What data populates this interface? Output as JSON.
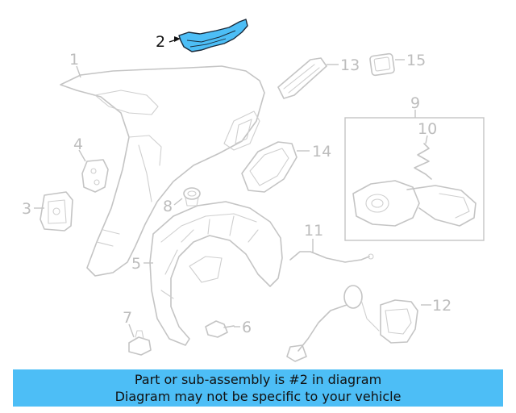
{
  "callouts": [
    {
      "id": "1",
      "label": "1"
    },
    {
      "id": "2",
      "label": "2",
      "highlighted": true
    },
    {
      "id": "3",
      "label": "3"
    },
    {
      "id": "4",
      "label": "4"
    },
    {
      "id": "5",
      "label": "5"
    },
    {
      "id": "6",
      "label": "6"
    },
    {
      "id": "7",
      "label": "7"
    },
    {
      "id": "8",
      "label": "8"
    },
    {
      "id": "9",
      "label": "9"
    },
    {
      "id": "10",
      "label": "10"
    },
    {
      "id": "11",
      "label": "11"
    },
    {
      "id": "12",
      "label": "12"
    },
    {
      "id": "13",
      "label": "13"
    },
    {
      "id": "14",
      "label": "14"
    },
    {
      "id": "15",
      "label": "15"
    }
  ],
  "colors": {
    "highlight_fill": "#4dbef6",
    "highlight_stroke": "#1a2a3a",
    "part_stroke": "#c4c4c4",
    "banner_bg": "#4dbef6"
  },
  "banner": {
    "line1": "Part or sub-assembly is #2 in diagram",
    "line2": "Diagram may not be specific to your vehicle"
  }
}
